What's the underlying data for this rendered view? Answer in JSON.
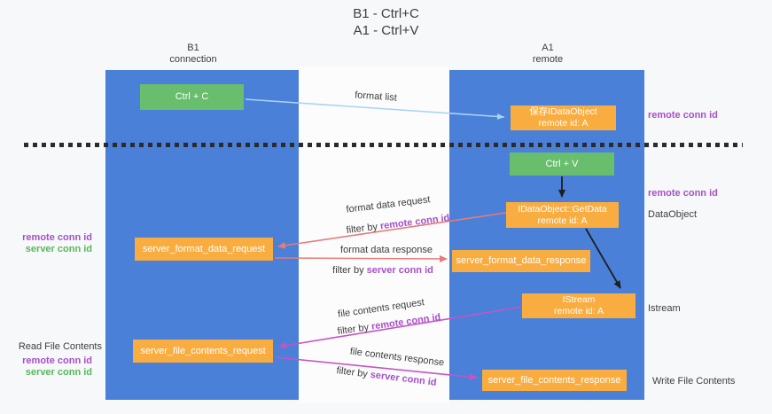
{
  "title": {
    "line1": "B1 - Ctrl+C",
    "line2": "A1 - Ctrl+V"
  },
  "lanes": {
    "left": {
      "title": "B1",
      "subtitle": "connection"
    },
    "right": {
      "title": "A1",
      "subtitle": "remote"
    }
  },
  "nodes": {
    "ctrl_c": {
      "label": "Ctrl + C"
    },
    "ctrl_v": {
      "label": "Ctrl + V"
    },
    "save_idataobject": {
      "line1": "保存IDataObject",
      "line2": "remote id: A"
    },
    "idataobject_getdata": {
      "line1": "IDataObject::GetData",
      "line2": "remote id: A"
    },
    "istream": {
      "line1": "IStream",
      "line2": "remote id: A"
    },
    "server_format_data_request": {
      "label": "server_format_data_request"
    },
    "server_format_data_response": {
      "label": "server_format_data_response"
    },
    "server_file_contents_request": {
      "label": "server_file_contents_request"
    },
    "server_file_contents_response": {
      "label": "server_file_contents_response"
    }
  },
  "edges": {
    "format_list": "format list",
    "format_data_request": "format data request",
    "format_data_response": "format data response",
    "file_contents_request": "file contents request",
    "file_contents_response": "file contents response",
    "filter_by": "filter by ",
    "remote_conn_id": "remote conn id",
    "server_conn_id": "server conn id"
  },
  "side_labels": {
    "right_remote_conn_id_top": "remote conn id",
    "right_remote_conn_id_mid": "remote conn id",
    "dataobject": "DataObject",
    "istream": "Istream",
    "write_file_contents": "Write File Contents",
    "left_remote_conn_id_1": "remote conn id",
    "left_server_conn_id_1": "server conn id",
    "read_file_contents": "Read File Contents",
    "left_remote_conn_id_2": "remote conn id",
    "left_server_conn_id_2": "server conn id"
  },
  "colors": {
    "lane_blue": "#4a80d8",
    "node_orange": "#f9ad41",
    "node_green": "#68be6c",
    "arrow_salmon": "#e87a78",
    "arrow_magenta": "#c455c4",
    "arrow_lightblue": "#a9d3f2",
    "arrow_black": "#1f1f1f",
    "label_purple": "#a650c8",
    "label_green": "#57b75a",
    "text_dark": "#3d3d3d",
    "bg": "#f7f8f9"
  }
}
